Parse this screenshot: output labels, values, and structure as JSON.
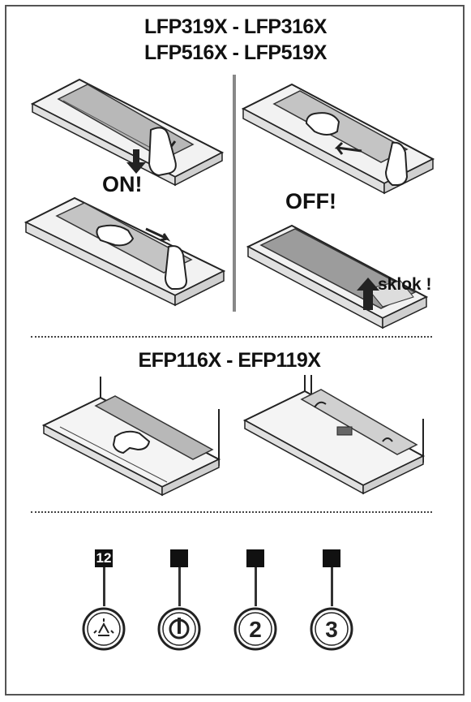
{
  "header": {
    "line1": "LFP319X - LFP316X",
    "line2": "LFP516X - LFP519X"
  },
  "steps": {
    "on_label": "ON!",
    "off_label": "OFF!",
    "glass_label": "sklok !"
  },
  "section2": {
    "title": "EFP116X - EFP119X"
  },
  "controls": {
    "square_labels": [
      "12",
      "",
      "",
      ""
    ],
    "buttons": [
      {
        "icon": "light-icon"
      },
      {
        "icon": "power-icon"
      },
      {
        "icon": "speed-2-icon",
        "label": "2"
      },
      {
        "icon": "speed-3-icon",
        "label": "3"
      }
    ]
  }
}
